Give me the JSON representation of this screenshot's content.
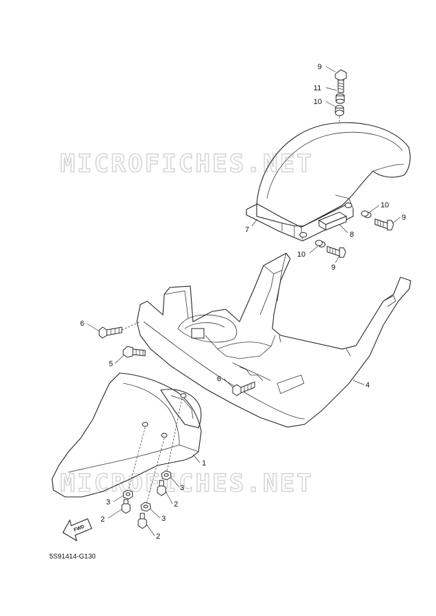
{
  "watermark": "MICROFICHES.NET",
  "diagram_code": "5S91414-G130",
  "fwd_label": "FWD",
  "callouts": {
    "rear_bolt_top": "9",
    "rear_bushing_top": "11",
    "rear_collar_top": "10",
    "rear_collar_right": "10",
    "rear_bolt_right": "9",
    "rear_fender": "7",
    "rear_damper": "8",
    "rear_collar_lower": "10",
    "rear_bolt_lower": "9",
    "screw_left_upper": "6",
    "bolt_left": "5",
    "screw_center": "6",
    "inner_fender": "4",
    "front_fender": "1",
    "nut_a": "3",
    "bolt_a": "2",
    "nut_b": "3",
    "bolt_b": "2",
    "nut_c": "3",
    "bolt_c": "2"
  }
}
